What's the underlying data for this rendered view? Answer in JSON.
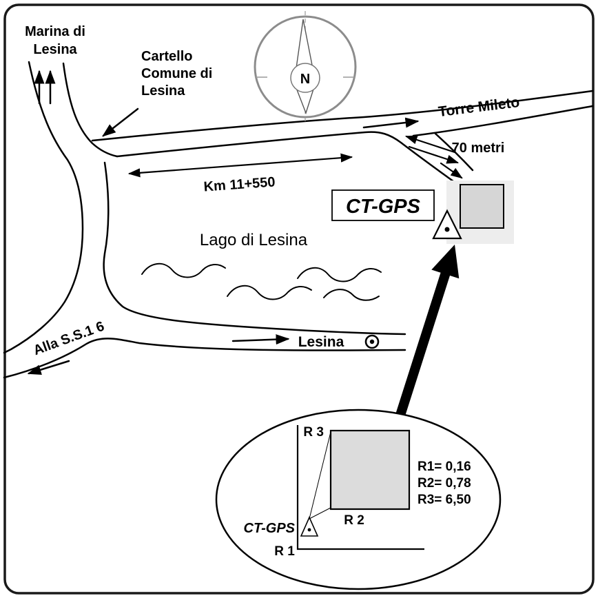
{
  "map": {
    "marina": {
      "line1": "Marina di",
      "line2": "Lesina"
    },
    "cartello": {
      "line1": "Cartello",
      "line2": "Comune di",
      "line3": "Lesina"
    },
    "torre_mileto": "Torre Mileto",
    "distance_70m": "70 metri",
    "km_marker": "Km 11+550",
    "lake": "Lago di Lesina",
    "ss16": "Alla S.S.1 6",
    "town": "Lesina",
    "station_label": "CT-GPS",
    "compass_north": "N"
  },
  "detail": {
    "station_label": "CT-GPS",
    "r1_label": "R 1",
    "r2_label": "R 2",
    "r3_label": "R 3",
    "values": {
      "r1": "R1= 0,16",
      "r2": "R2= 0,78",
      "r3": "R3= 6,50"
    }
  },
  "colors": {
    "ink": "#000000",
    "building_fill": "#d6d6d6",
    "building_halo": "#ededed",
    "detail_square_fill": "#dcdcdc",
    "compass_stroke": "#8c8c8c"
  }
}
